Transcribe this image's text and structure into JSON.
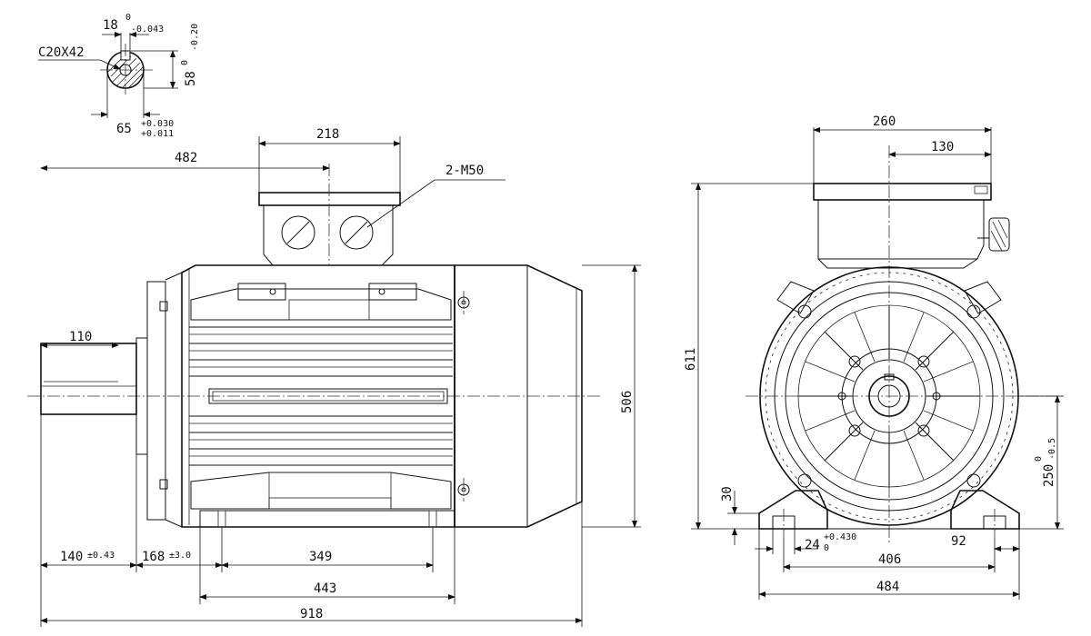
{
  "shaft_section": {
    "key_width": "18",
    "key_width_tol_upper": "0",
    "key_width_tol_lower": "-0.043",
    "center_hole": "C20X42",
    "height": "58",
    "height_tol_upper": "0",
    "height_tol_lower": "-0.20",
    "diameter": "65",
    "diameter_tol_upper": "+0.030",
    "diameter_tol_lower": "+0.011"
  },
  "side_view": {
    "terminal_box_width": "218",
    "overall_to_box_center": "482",
    "cable_entries": "2-M50",
    "shaft_length": "110",
    "frame_height": "506",
    "shaft_shoulder": "140",
    "shaft_shoulder_tol": "±0.43",
    "foot_offset": "168",
    "foot_offset_tol": "±3.0",
    "foot_hole_spacing": "349",
    "foot_length": "443",
    "overall_length": "918"
  },
  "end_view": {
    "box_width": "260",
    "box_half_width": "130",
    "overall_height": "611",
    "foot_height": "30",
    "shaft_center_height": "250",
    "shaft_center_height_tol_upper": "0",
    "shaft_center_height_tol_lower": "-0.5",
    "foot_hole_diameter": "24",
    "foot_hole_tol_upper": "+0.430",
    "foot_hole_tol_lower": "0",
    "foot_hole_spacing": "406",
    "foot_edge": "92",
    "foot_width": "484"
  }
}
